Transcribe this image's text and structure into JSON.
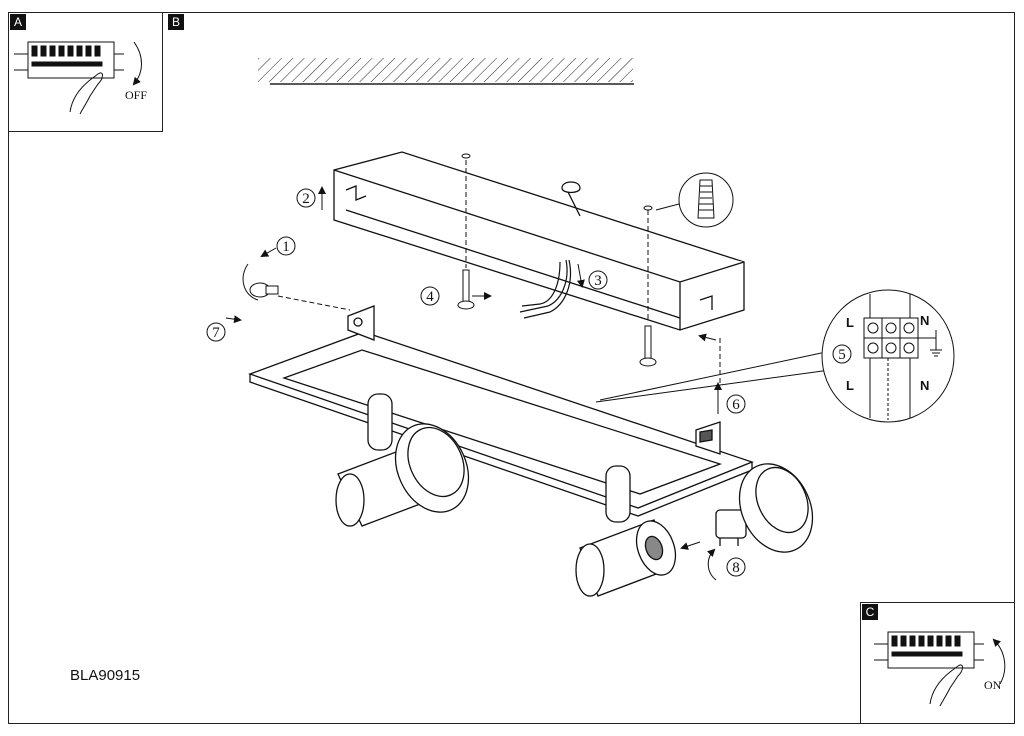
{
  "panels": {
    "a": {
      "tag": "A",
      "switch_label": "OFF"
    },
    "b": {
      "tag": "B"
    },
    "c": {
      "tag": "C",
      "switch_label": "ON"
    }
  },
  "model_code": "BLA90915",
  "steps": [
    "1",
    "2",
    "3",
    "4",
    "5",
    "6",
    "7",
    "8"
  ],
  "terminal_labels": {
    "top_left": "L",
    "top_right": "N",
    "bottom_left": "L",
    "bottom_right": "N"
  }
}
